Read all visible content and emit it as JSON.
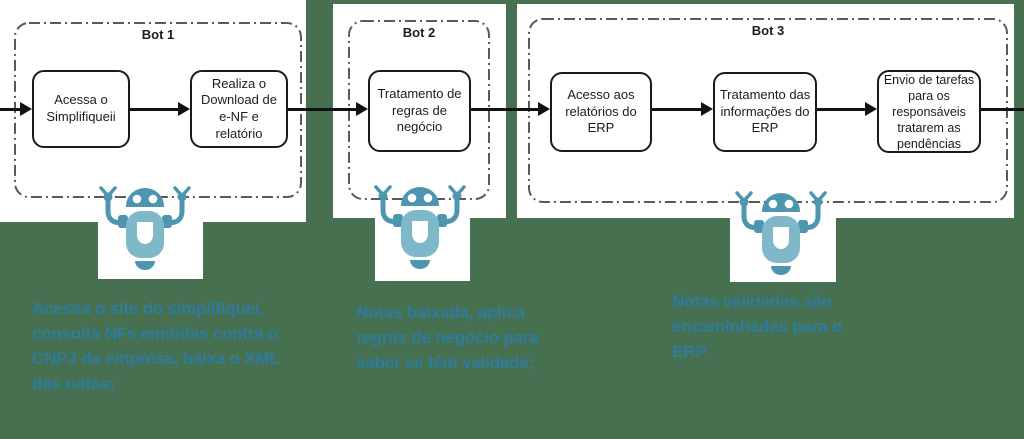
{
  "diagram": {
    "title": "RPA bots process flow",
    "colors": {
      "background": "#477051",
      "panel": "#FFFFFF",
      "note_text": "#2E7C9E",
      "robot_primary": "#4E96B0",
      "robot_secondary": "#7FB9C9",
      "box_border": "#1A1A1A",
      "dashed_border": "#5A5A5A"
    },
    "groups": [
      {
        "label": "Bot 1",
        "steps": [
          "Acessa o Simplifiqueii",
          "Realiza o Download de e-NF e relatório"
        ],
        "note": "Acessa o site do simplifiquei, consulta NFs emitidas contra o CNPJ da empresa, baixa o XML das notas;"
      },
      {
        "label": "Bot 2",
        "steps": [
          "Tratamento de regras de negócio"
        ],
        "note": "Notas baixada, aplica regras de negócio para saber se  têm validade;"
      },
      {
        "label": "Bot 3",
        "steps": [
          "Acesso aos relatórios do ERP",
          "Tratamento das informações do ERP",
          "Envio de tarefas para os responsáveis tratarem as pendências"
        ],
        "note": "Notas validadas são encaminhadas para o ERP."
      }
    ],
    "icons": [
      "robot-icon",
      "robot-icon",
      "robot-icon"
    ]
  }
}
